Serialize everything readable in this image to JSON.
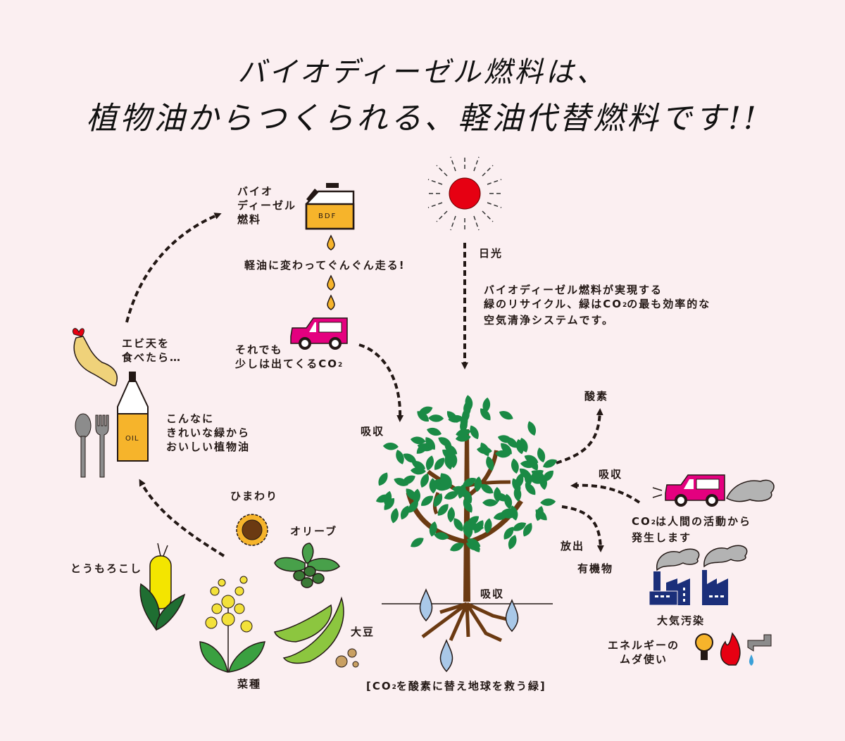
{
  "title": {
    "line1": "バイオディーゼル燃料は、",
    "line2": "植物油からつくられる、軽油代替燃料です!!"
  },
  "labels": {
    "bdf_name": "バイオ\nディーゼル\n燃料",
    "bdf_can": "BDF",
    "diesel_run": "軽油に変わってぐんぐん走る!",
    "car_co2_a": "それでも\n少しは出てくるCO",
    "car_co2_sub": "2",
    "sunlight": "日光",
    "green_recycle_a": "バイオディーゼル燃料が実現する\n緑のリサイクル、緑はCO",
    "green_recycle_sub": "2",
    "green_recycle_b": "の最も効率的な\n空気清浄システムです。",
    "ebiten": "エビ天を\n食べたら…",
    "oil_bottle": "OIL",
    "tasty_oil": "こんなに\nきれいな緑から\nおいしい植物油",
    "absorb_top": "吸収",
    "oxygen": "酸素",
    "absorb_right": "吸収",
    "emit": "放出",
    "organic": "有機物",
    "human_co2_a": "CO",
    "human_co2_sub": "2",
    "human_co2_b": "は人間の活動から\n発生します",
    "pollution": "大気汚染",
    "energy_waste": "エネルギーの\n　ムダ使い",
    "absorb_root": "吸収",
    "sunflower": "ひまわり",
    "olive": "オリーブ",
    "corn": "とうもろこし",
    "rapeseed": "菜種",
    "soybean": "大豆",
    "caption_a": "[CO",
    "caption_sub": "2",
    "caption_b": "を酸素に替え地球を救う緑]"
  },
  "colors": {
    "background": "#fbeff1",
    "car": "#e4007f",
    "sun": "#e60012",
    "oil": "#f6b42b",
    "leaf": "#1a8a45",
    "trunk": "#6b3a12",
    "factory": "#1b2f7a",
    "water": "#a9c8e8",
    "smoke": "#b3b3b3"
  }
}
